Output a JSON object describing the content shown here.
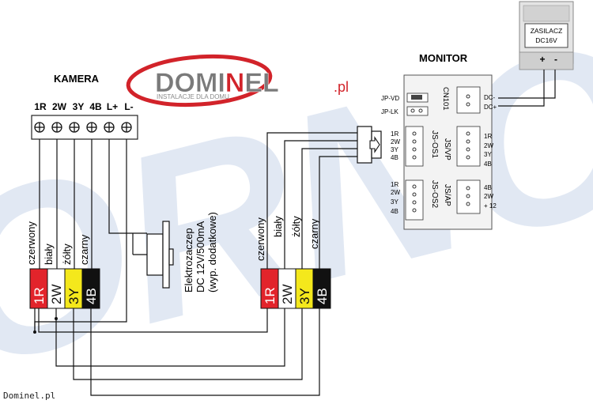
{
  "watermark": {
    "text": "ORNO",
    "color": "#c9d6ea"
  },
  "logo": {
    "brand_left": "DOMI",
    "brand_mid": "N",
    "brand_right": "EL",
    "suffix": ".pl",
    "tagline": "INSTALACJE DLA DOMU",
    "ring_color": "#d2232a",
    "text_color": "#7a7a7a"
  },
  "camera": {
    "title": "KAMERA",
    "terminals": [
      "1R",
      "2W",
      "3Y",
      "4B",
      "L+",
      "L-"
    ]
  },
  "lock": {
    "line1": "Elektrozaczep",
    "line2": "DC 12V/500mA",
    "line3": "(wyp. dodatkowe)"
  },
  "power_supply": {
    "line1": "ZASILACZ",
    "line2": "DC16V",
    "plus": "+",
    "minus": "-"
  },
  "monitor": {
    "title": "MONITOR",
    "jumpers": [
      "JP-VD",
      "JP-LK"
    ],
    "cn101": "CN101",
    "dc_labels": [
      "DC-",
      "DC+"
    ],
    "js_os1": "JS-OS1",
    "js_os2": "JS-OS2",
    "js_vp": "JS/VP",
    "js_ap": "JS/AP",
    "pins_os1": [
      "1R",
      "2W",
      "3Y",
      "4B"
    ],
    "pins_os2": [
      "1R",
      "2W",
      "3Y",
      "4B"
    ],
    "pins_vp": [
      "1R",
      "2W",
      "3Y",
      "4B"
    ],
    "pins_ap": [
      "4B",
      "2W",
      "+ 12"
    ]
  },
  "wires_left": {
    "names": [
      "czerwony",
      "biały",
      "żółty",
      "czarny"
    ],
    "codes": [
      "1R",
      "2W",
      "3Y",
      "4B"
    ]
  },
  "wires_right": {
    "names": [
      "czerwony",
      "biały",
      "żółty",
      "czarny"
    ],
    "codes": [
      "1R",
      "2W",
      "3Y",
      "4B"
    ]
  },
  "wire_colors": {
    "red": "#e2242b",
    "white": "#ffffff",
    "yellow": "#f4e81c",
    "black": "#111111"
  },
  "footer": "Dominel.pl"
}
